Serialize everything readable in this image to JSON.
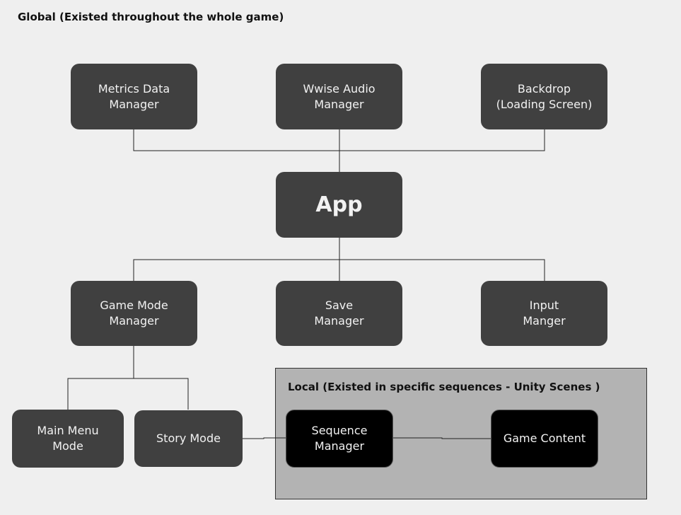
{
  "global_title": "Global (Existed throughout the whole game)",
  "local_title": "Local (Existed in specific sequences - Unity Scenes )",
  "nodes": {
    "metrics": "Metrics Data\nManager",
    "wwise": "Wwise Audio\nManager",
    "backdrop": "Backdrop\n(Loading Screen)",
    "app": "App",
    "game_mode": "Game Mode\nManager",
    "save": "Save\nManager",
    "input": "Input\nManger",
    "main_menu": "Main Menu\nMode",
    "story": "Story Mode",
    "sequence": "Sequence\nManager",
    "game_content": "Game Content"
  },
  "colors": {
    "background": "#efefef",
    "node": "#404040",
    "local_node": "#000000",
    "local_panel": "#b3b3b3",
    "connector": "#222222"
  }
}
